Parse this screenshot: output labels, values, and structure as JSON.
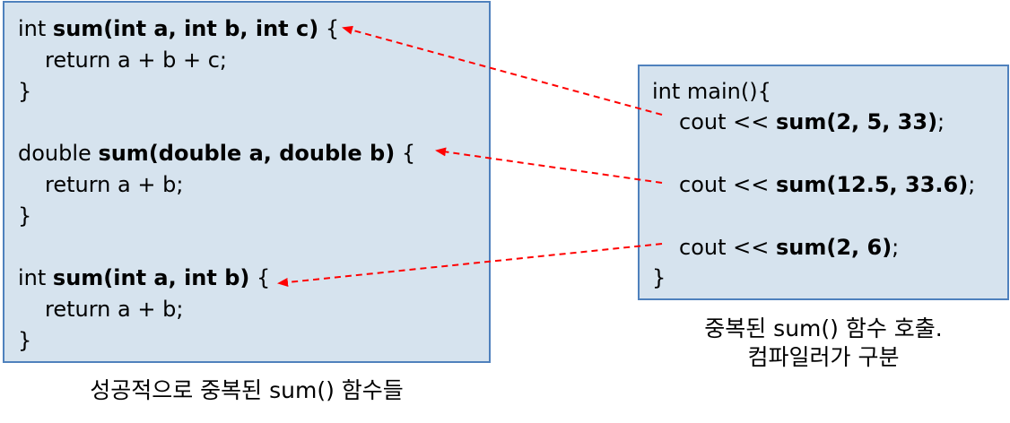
{
  "left": {
    "blocks": [
      {
        "sig_type": "int ",
        "sig_bold": "sum(int a, int b, int c)",
        "sig_end": " {",
        "body": "return a + b + c;",
        "close": "}"
      },
      {
        "sig_type": "double ",
        "sig_bold": "sum(double a, double b)",
        "sig_end": " {",
        "body": "return a + b;",
        "close": "}"
      },
      {
        "sig_type": "int ",
        "sig_bold": "sum(int a, int b)",
        "sig_end": " {",
        "body": "return a + b;",
        "close": "}"
      }
    ],
    "caption": "성공적으로 중복된 sum() 함수들"
  },
  "right": {
    "header": "int main(){",
    "calls": [
      {
        "prefix": "cout << ",
        "bold": "sum(2, 5, 33)",
        "suffix": ";"
      },
      {
        "prefix": "cout << ",
        "bold": "sum(12.5, 33.6)",
        "suffix": ";"
      },
      {
        "prefix": "cout << ",
        "bold": "sum(2, 6)",
        "suffix": ";"
      }
    ],
    "close": "}",
    "caption_line1": "중복된 sum() 함수 호출.",
    "caption_line2": "컴파일러가 구분"
  },
  "colors": {
    "box_fill": "#d6e3ee",
    "box_border": "#4f81bd",
    "arrow": "#ff0000"
  }
}
